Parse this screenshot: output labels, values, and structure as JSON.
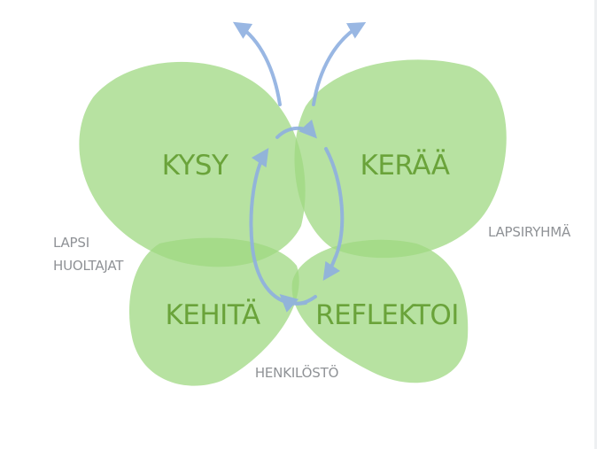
{
  "wings": {
    "top_left": "KYSY",
    "top_right": "KERÄÄ",
    "bottom_left": "KEHITÄ",
    "bottom_right": "REFLEKTOI"
  },
  "side_labels": {
    "left_line1": "LAPSI",
    "left_line2": "HUOLTAJAT",
    "right": "LAPSIRYHMÄ",
    "bottom": "HENKILÖSTÖ"
  },
  "colors": {
    "wing_fill": "#9fd882",
    "wing_label": "#6aa33a",
    "arrow": "#8fb0e0",
    "side_label": "#8f9296"
  },
  "icons": {
    "arrow_out": "arrow-up-icon",
    "arrow_cycle": "cycle-arrow-icon"
  }
}
